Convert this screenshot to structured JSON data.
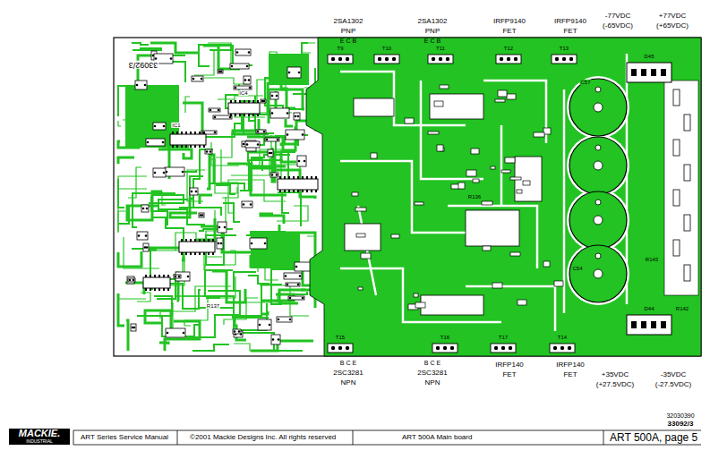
{
  "diagram": {
    "labels": [
      "2SA1302",
      "PNP",
      "E C B",
      "2SA1302",
      "PNP",
      "E C B",
      "IRFP9140",
      "FET",
      "IRFP9140",
      "FET",
      "-77VDC",
      "(-65VDC)",
      "+77VDC",
      "(+65VDC)",
      "B C E",
      "2SC3281",
      "NPN",
      "B C E",
      "2SC3281",
      "NPN",
      "IRFP140",
      "FET",
      "IRFP140",
      "FET",
      "+35VDC",
      "(+27.5VDC)",
      "-35VDC",
      "(-27.5VDC)",
      "32030390",
      "33092/3",
      "MACKIE.",
      "INDUSTRIAL",
      "ART Series Service Manual",
      "©2001 Mackie Designs Inc. All rights reserved",
      "ART 500A Main board",
      "ART 500A, page 5",
      "33092/3",
      "T9",
      "T10",
      "T11",
      "T12",
      "T13",
      "T15",
      "T16",
      "T17",
      "T14",
      "D45",
      "D44",
      "C57",
      "C54",
      "IC1",
      "IC4",
      "R142",
      "R143",
      "R136",
      "R137"
    ]
  }
}
